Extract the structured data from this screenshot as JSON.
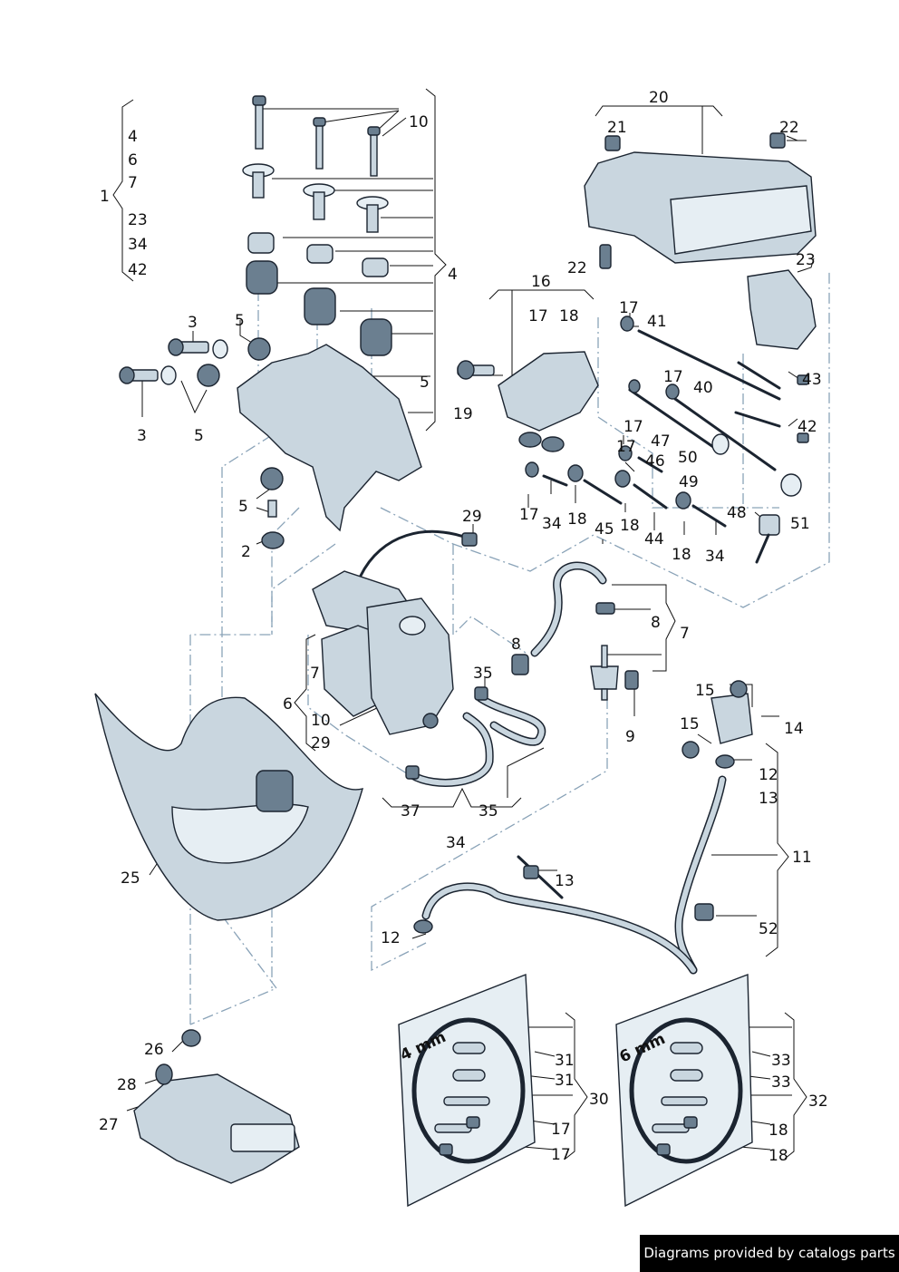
{
  "callouts": {
    "l1": "1",
    "l4a": "4",
    "l6a": "6",
    "l7a": "7",
    "l23a": "23",
    "l34a": "34",
    "l42a": "42",
    "l10a": "10",
    "l4b": "4",
    "l5a": "5",
    "l3a": "3",
    "l5b": "5",
    "l3b": "3",
    "l5c": "5",
    "l5d": "5",
    "l2": "2",
    "l20": "20",
    "l21": "21",
    "l22a": "22",
    "l22b": "22",
    "l23b": "23",
    "l16": "16",
    "l17a": "17",
    "l18a": "18",
    "l19": "19",
    "l17b": "17",
    "l41": "41",
    "l17c": "17",
    "l40": "40",
    "l43": "43",
    "l42b": "42",
    "l17d": "17",
    "l47": "47",
    "l17e": "17",
    "l46": "46",
    "l50": "50",
    "l49": "49",
    "l17f": "17",
    "l34b": "34",
    "l18b": "18",
    "l18c": "18",
    "l44": "44",
    "l45": "45",
    "l18d": "18",
    "l34c": "34",
    "l48": "48",
    "l51": "51",
    "l29a": "29",
    "l8a": "8",
    "l8b": "8",
    "l7b": "7",
    "l35a": "35",
    "l9": "9",
    "l7c": "7",
    "l6b": "6",
    "l10b": "10",
    "l29b": "29",
    "l15a": "15",
    "l15b": "15",
    "l14": "14",
    "l12a": "12",
    "l13a": "13",
    "l11": "11",
    "l37": "37",
    "l35b": "35",
    "l34d": "34",
    "l25": "25",
    "l13b": "13",
    "l12b": "12",
    "l52": "52",
    "l26": "26",
    "l28": "28",
    "l27": "27",
    "l31a": "31",
    "l31b": "31",
    "l30": "30",
    "l17g": "17",
    "l17h": "17",
    "l33a": "33",
    "l33b": "33",
    "l32": "32",
    "l18e": "18",
    "l18f": "18"
  },
  "kit_4mm_label": "4 mm",
  "kit_6mm_label": "6 mm",
  "footer": "Diagrams provided by catalogs parts"
}
